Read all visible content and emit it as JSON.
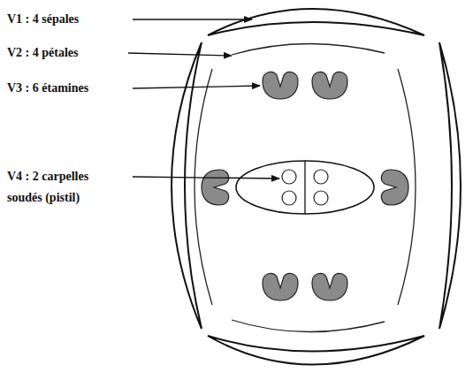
{
  "diagram": {
    "labels": [
      "V1 : 4 sépales",
      "V2 : 4 pétales",
      "V3 : 6 étamines",
      "V4 : 2 carpelles soudés (pistil)"
    ]
  }
}
